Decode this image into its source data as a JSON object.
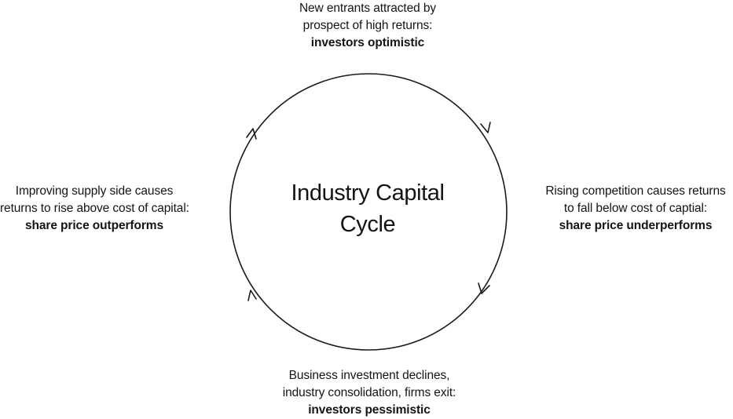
{
  "diagram": {
    "title_lines": [
      "Industry Capital",
      "Cycle"
    ],
    "nodes": {
      "top": {
        "lines": [
          "New entrants attracted by",
          "prospect of high returns:"
        ],
        "bold": "investors optimistic"
      },
      "right": {
        "lines": [
          "Rising competition causes returns",
          "to fall below cost of captial:"
        ],
        "bold": "share price underperforms"
      },
      "bottom": {
        "lines": [
          "Business investment declines,",
          "industry consolidation, firms exit:"
        ],
        "bold": "investors pessimistic"
      },
      "left": {
        "lines": [
          "Improving supply side causes",
          "returns to rise above cost of capital:"
        ],
        "bold": "share price outperforms"
      }
    },
    "flow_direction": "clockwise",
    "colors": {
      "text": "#141414",
      "stroke": "#1a1a1a",
      "background": "#ffffff"
    }
  }
}
